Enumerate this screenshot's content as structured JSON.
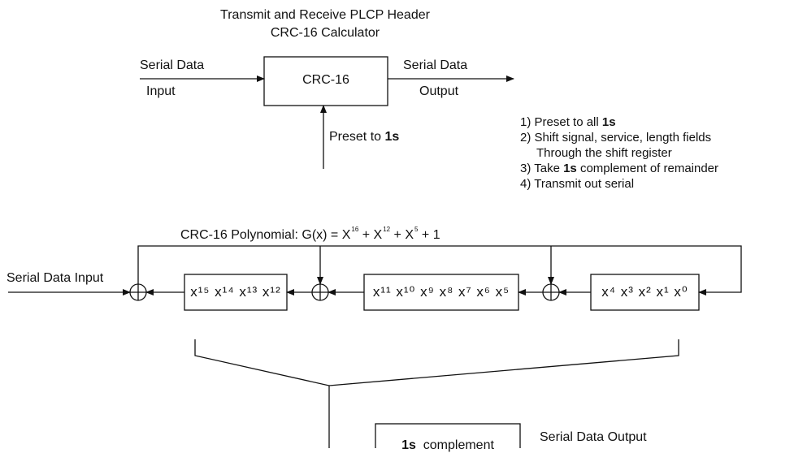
{
  "title": {
    "line1": "Transmit and Receive PLCP Header",
    "line2": "CRC-16 Calculator"
  },
  "top_block": {
    "input_label_1": "Serial Data",
    "input_label_2": "Input",
    "box_label": "CRC-16",
    "output_label_1": "Serial Data",
    "output_label_2": "Output",
    "preset_label": "Preset to ",
    "preset_value": "1s"
  },
  "steps": [
    {
      "text": "1) Preset to all ",
      "bold": "1s"
    },
    {
      "text": "2) Shift signal, service, length fields"
    },
    {
      "text": "    Through the shift register"
    },
    {
      "text": "3) Take  ",
      "bold": "1s",
      "text2": "   complement of remainder"
    },
    {
      "text": "4) Transmit out serial"
    }
  ],
  "polynomial": {
    "prefix": "CRC-16 Polynomial: G(x) = X",
    "exp1": "16",
    "plus1": " + X",
    "exp2": "12",
    "plus2": " + X",
    "exp3": "5",
    "plus3": " + 1"
  },
  "shift_register": {
    "input_label": "Serial Data Input",
    "reg_high": "x¹⁵ x¹⁴ x¹³ x¹²",
    "reg_mid": "x¹¹ x¹⁰ x⁹ x⁸ x⁷ x⁶ x⁵",
    "reg_low": "x⁴ x³ x² x¹ x⁰"
  },
  "bottom_block": {
    "complement_bold": "1s",
    "complement_text": "complement",
    "output_label": "Serial Data Output"
  }
}
